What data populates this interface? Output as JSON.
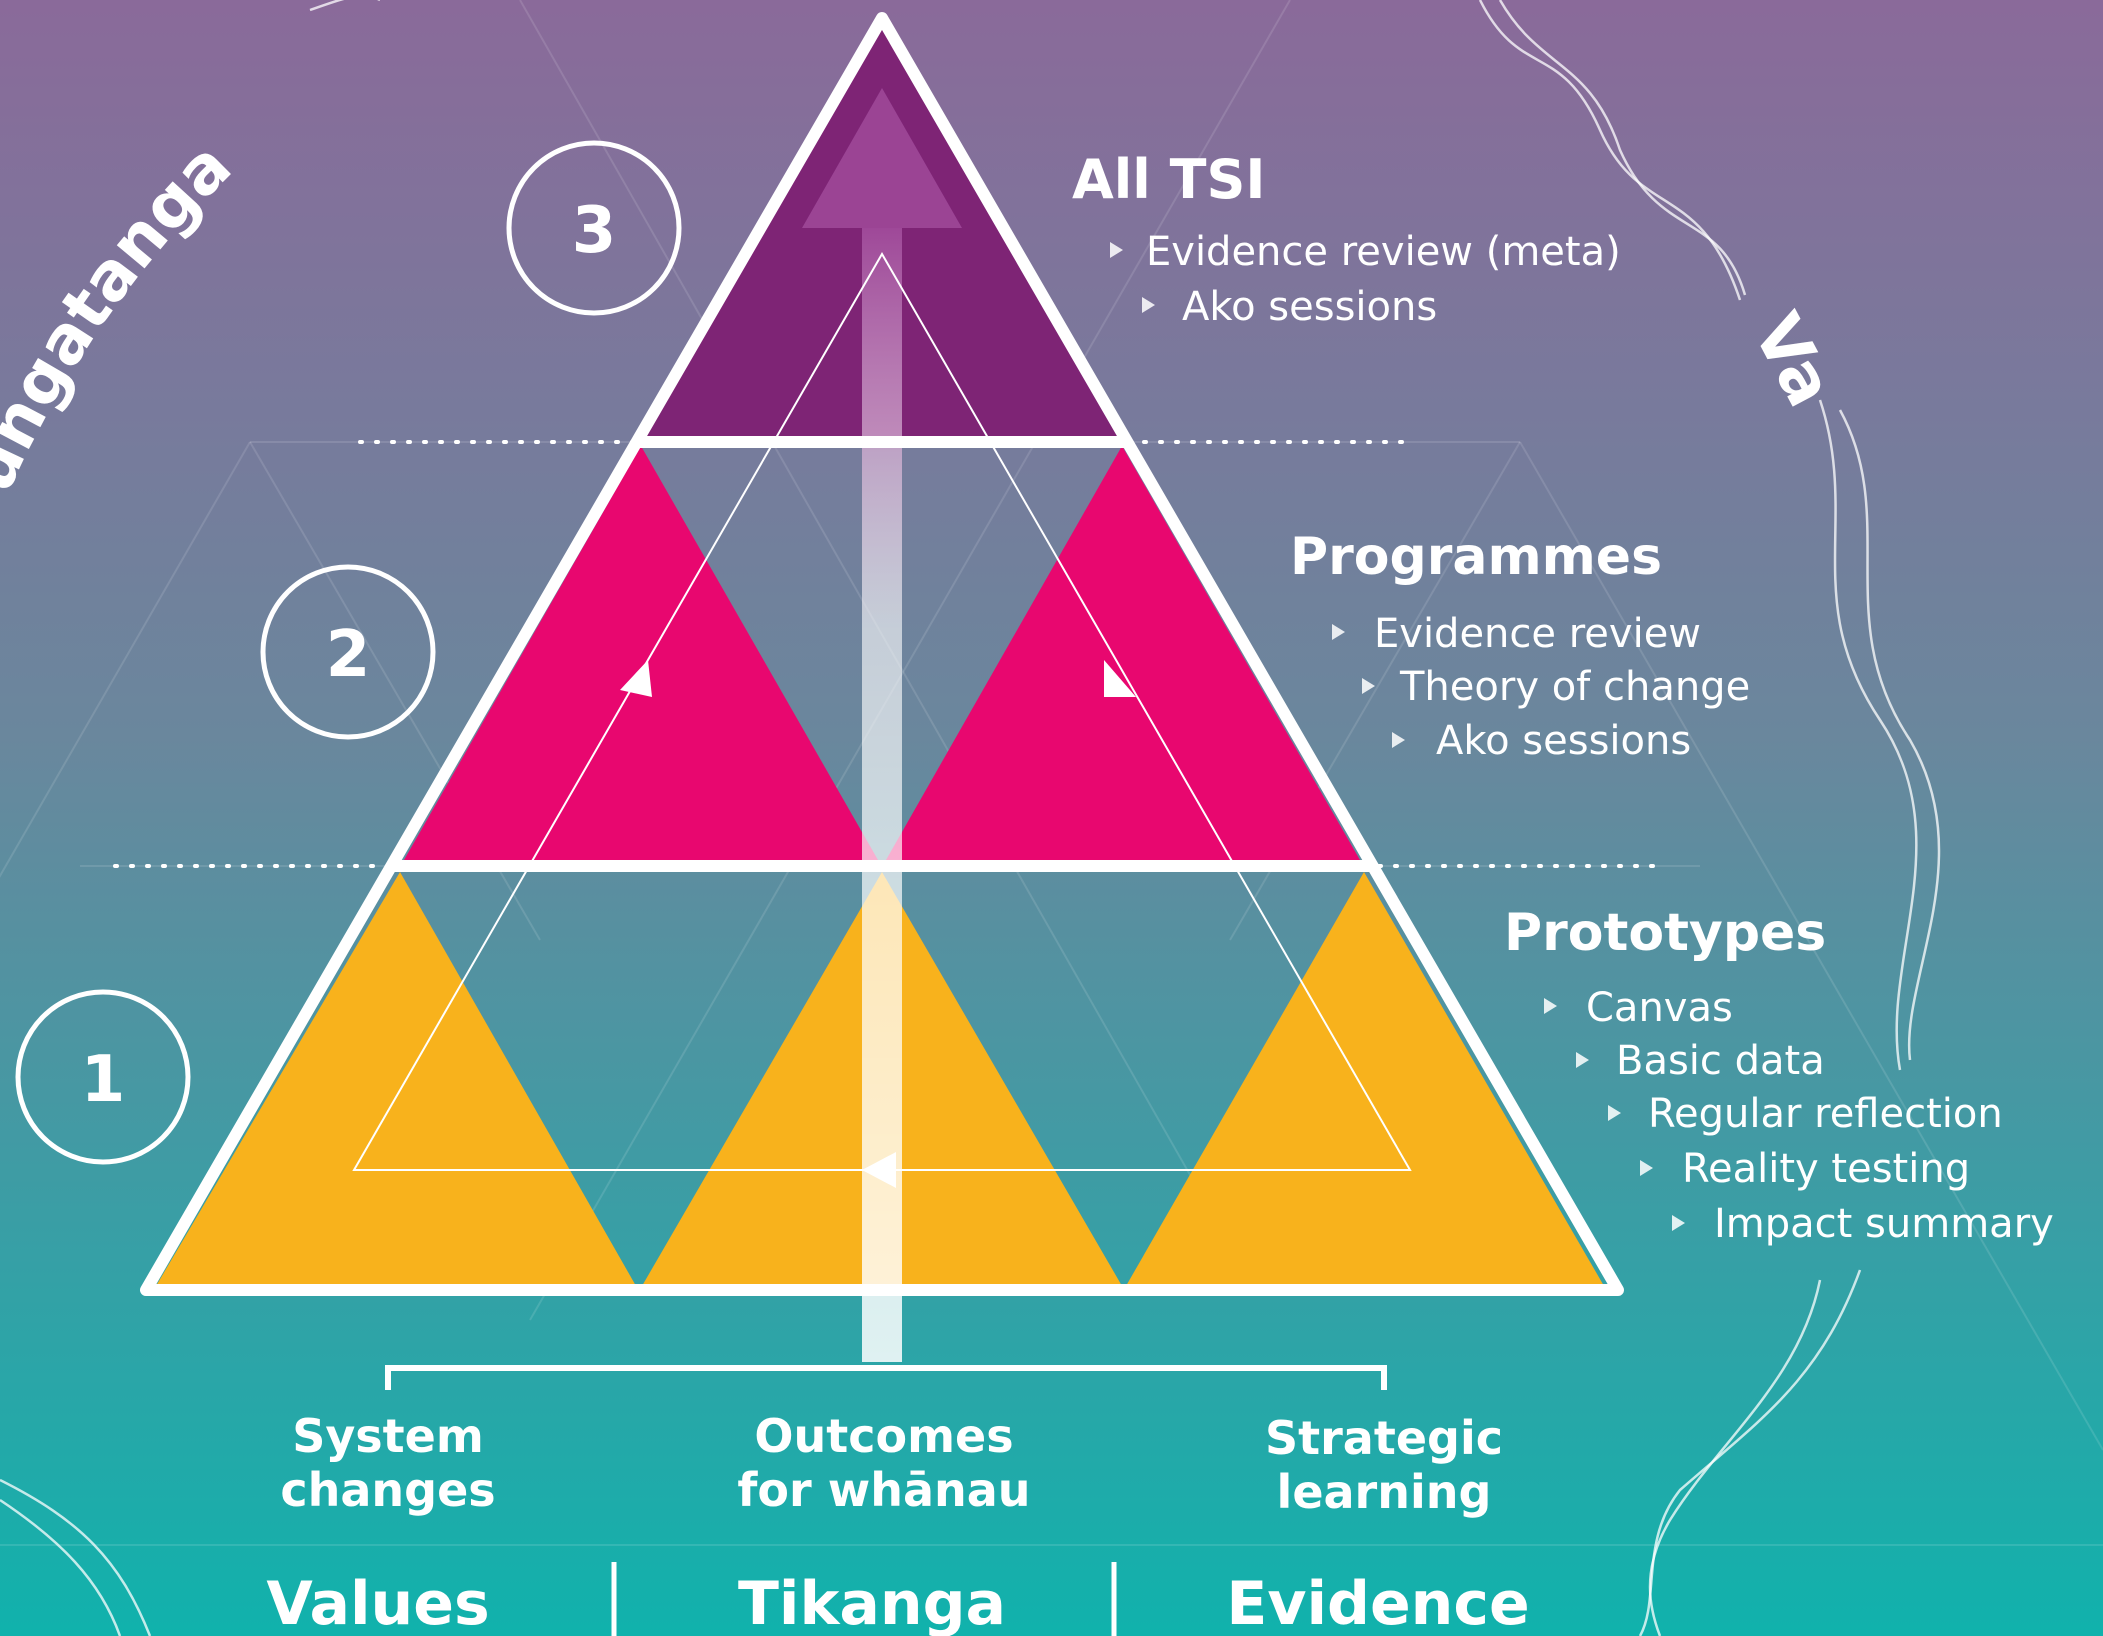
{
  "colors": {
    "bg_top": "#8a6a9a",
    "bg_bottom": "#10b2ac",
    "top_tier": "#7e2475",
    "middle_tier": "#e8076f",
    "bottom_tier": "#f8b21c",
    "arrow": "#9b4496"
  },
  "side_labels": {
    "left": "ungatanga",
    "right": "Va"
  },
  "tiers": {
    "top": {
      "number": "3",
      "title": "All TSI",
      "items": [
        "Evidence review (meta)",
        "Ako sessions"
      ]
    },
    "middle": {
      "number": "2",
      "title": "Programmes",
      "items": [
        "Evidence review",
        "Theory of change",
        "Ako sessions"
      ]
    },
    "bottom": {
      "number": "1",
      "title": "Prototypes",
      "items": [
        "Canvas",
        "Basic data",
        "Regular reflection",
        "Reality testing",
        "Impact summary"
      ]
    }
  },
  "outcomes": {
    "left": [
      "System",
      "changes"
    ],
    "center": [
      "Outcomes",
      "for whānau"
    ],
    "right": [
      "Strategic",
      "learning"
    ]
  },
  "principles": [
    "Values",
    "Tikanga",
    "Evidence"
  ]
}
